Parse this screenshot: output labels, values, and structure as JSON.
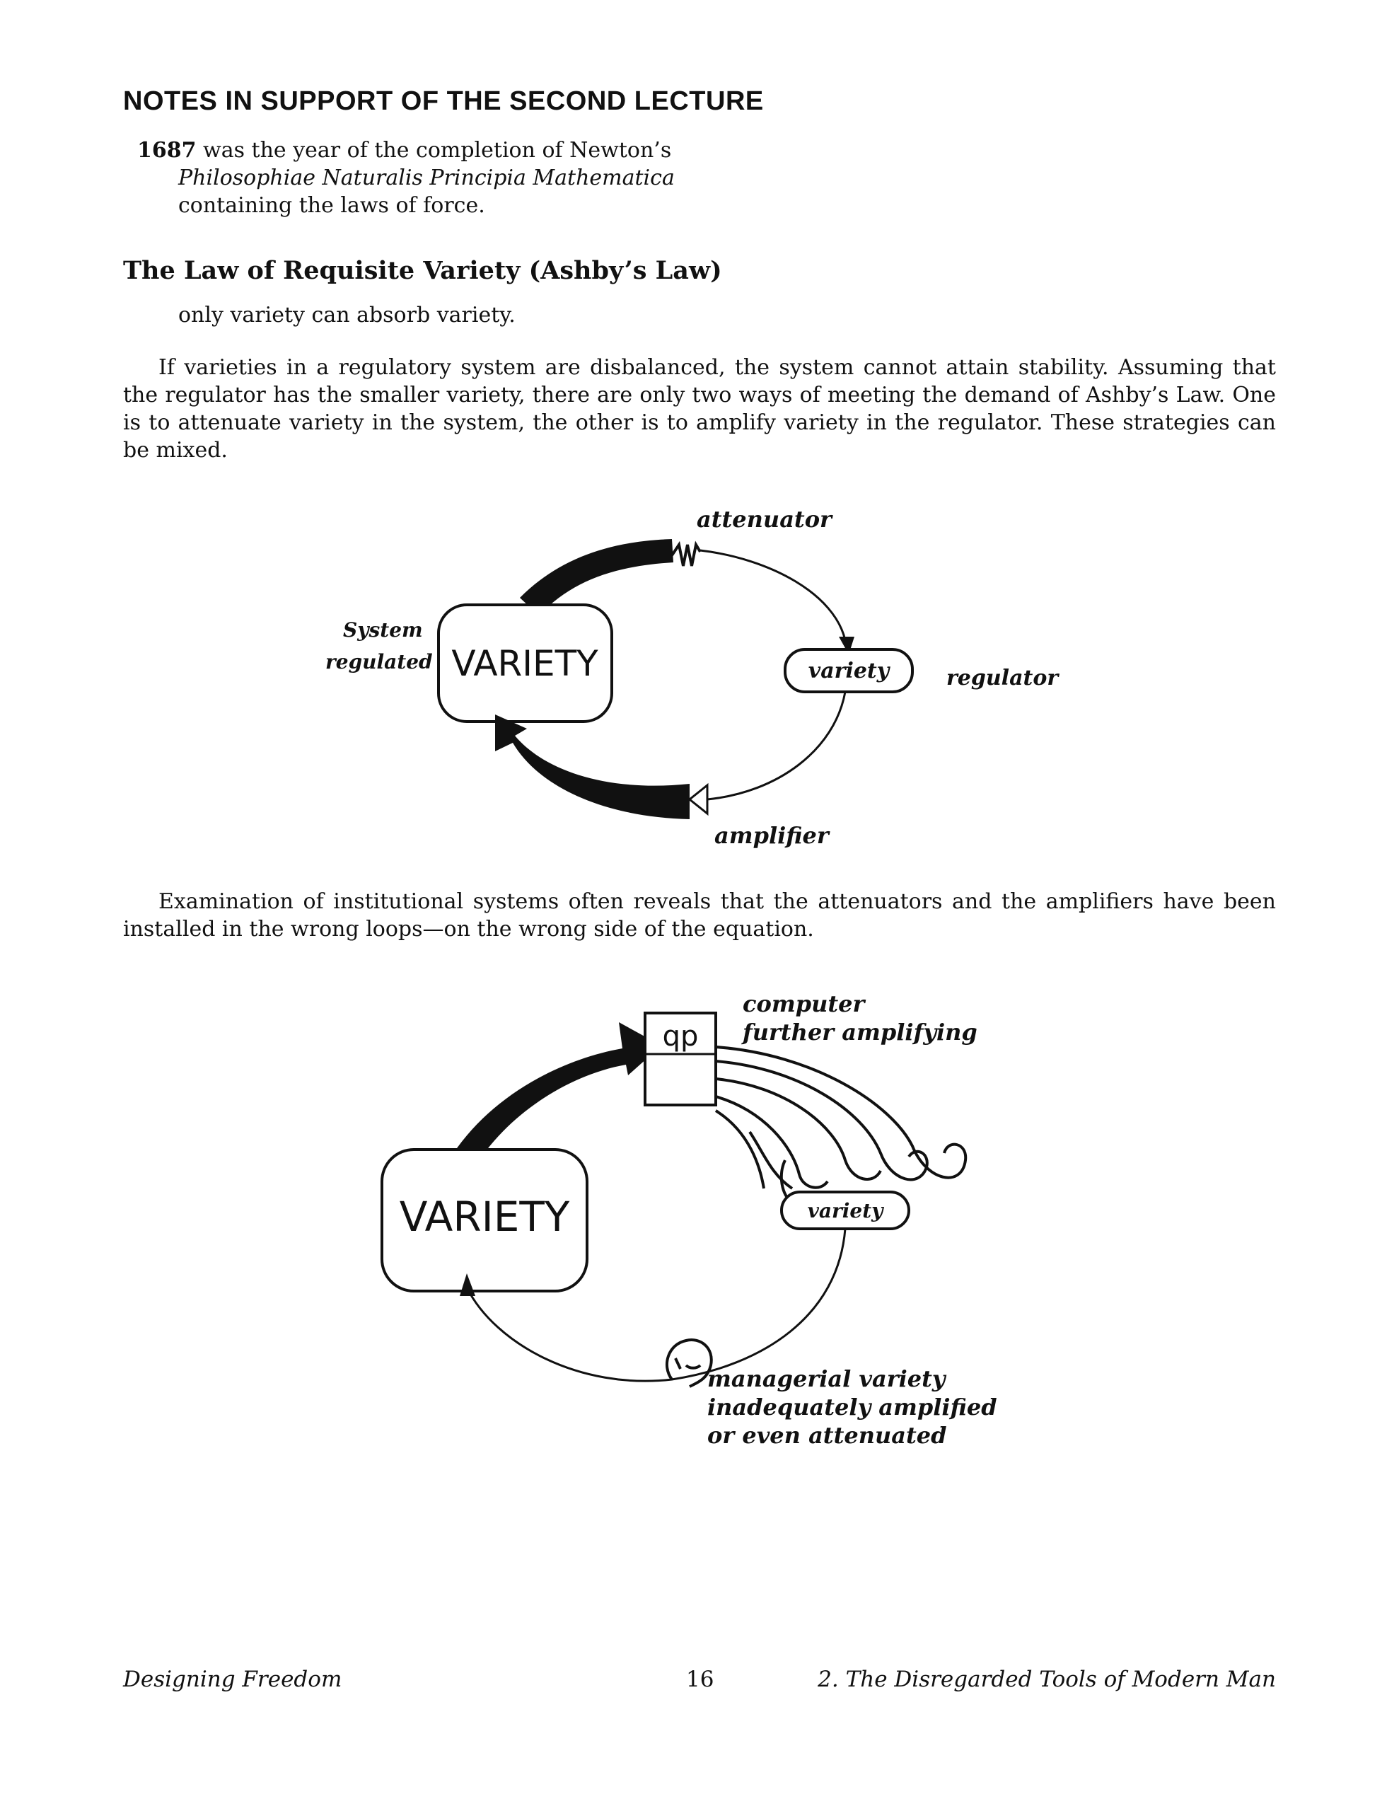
{
  "document": {
    "heading": "NOTES IN SUPPORT OF THE SECOND LECTURE",
    "entry": {
      "year": "1687",
      "line1_rest": " was the year of the completion of Newton’s",
      "title_italic": "Philosophiae Naturalis Principia Mathematica",
      "line3": "containing the laws of force."
    },
    "law_heading": "The Law of Requisite Variety (Ashby’s Law)",
    "law_statement": "only variety can absorb variety.",
    "paragraph1": "If varieties in a regulatory system are disbalanced, the system cannot attain stability. Assuming that the regulator has the smaller variety, there are only two ways of meeting the demand of Ashby’s Law. One is to attenuate variety in the system, the other is to amplify variety in the regulator. These strategies can be mixed.",
    "paragraph2": "Examination of institutional systems often reveals that the attenuators and the amplifiers have been installed in the wrong loops—on the wrong side of the equation."
  },
  "diagram1": {
    "attenuator_label": "attenuator",
    "system_label_1": "System",
    "system_label_2": "regulated",
    "big_box_label": "VARIETY",
    "small_box_label": "variety",
    "regulator_label": "regulator",
    "amplifier_label": "amplifier"
  },
  "diagram2": {
    "computer_label_1": "computer",
    "computer_label_2": "further amplifying",
    "big_box_label": "VARIETY",
    "small_box_label": "variety",
    "managerial_1": "managerial variety",
    "managerial_2": "inadequately amplified",
    "managerial_3": "or even attenuated"
  },
  "footer": {
    "left": "Designing Freedom",
    "page_number": "16",
    "right": "2. The Disregarded Tools of Modern Man"
  }
}
